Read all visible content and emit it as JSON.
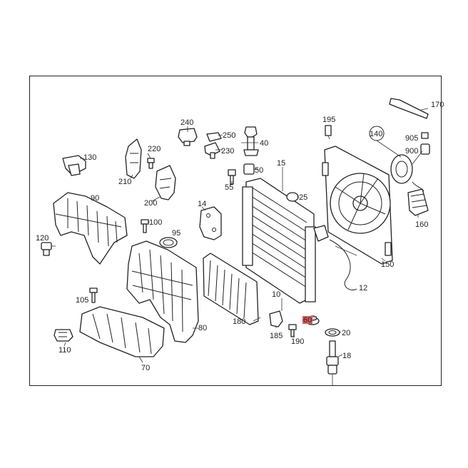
{
  "diagram": {
    "labels": [
      {
        "id": "10",
        "text": "10"
      },
      {
        "id": "12",
        "text": "12"
      },
      {
        "id": "14",
        "text": "14"
      },
      {
        "id": "15",
        "text": "15"
      },
      {
        "id": "18",
        "text": "18"
      },
      {
        "id": "20",
        "text": "20"
      },
      {
        "id": "25",
        "text": "25"
      },
      {
        "id": "40",
        "text": "40"
      },
      {
        "id": "50",
        "text": "50"
      },
      {
        "id": "55",
        "text": "55"
      },
      {
        "id": "60",
        "text": "60",
        "highlight": true
      },
      {
        "id": "70",
        "text": "70"
      },
      {
        "id": "80",
        "text": "80"
      },
      {
        "id": "90",
        "text": "90"
      },
      {
        "id": "95",
        "text": "95"
      },
      {
        "id": "100",
        "text": "100"
      },
      {
        "id": "105",
        "text": "105"
      },
      {
        "id": "110",
        "text": "110"
      },
      {
        "id": "120",
        "text": "120"
      },
      {
        "id": "130",
        "text": "130"
      },
      {
        "id": "140",
        "text": "140"
      },
      {
        "id": "150",
        "text": "150"
      },
      {
        "id": "160",
        "text": "160"
      },
      {
        "id": "170",
        "text": "170"
      },
      {
        "id": "180",
        "text": "180"
      },
      {
        "id": "185",
        "text": "185"
      },
      {
        "id": "190",
        "text": "190"
      },
      {
        "id": "195",
        "text": "195"
      },
      {
        "id": "200",
        "text": "200"
      },
      {
        "id": "210",
        "text": "210"
      },
      {
        "id": "220",
        "text": "220"
      },
      {
        "id": "230",
        "text": "230"
      },
      {
        "id": "240",
        "text": "240"
      },
      {
        "id": "250",
        "text": "250"
      },
      {
        "id": "900",
        "text": "900"
      },
      {
        "id": "905",
        "text": "905"
      }
    ],
    "colors": {
      "line": "#222222",
      "highlight": "#e05a5a",
      "background": "#ffffff"
    }
  }
}
